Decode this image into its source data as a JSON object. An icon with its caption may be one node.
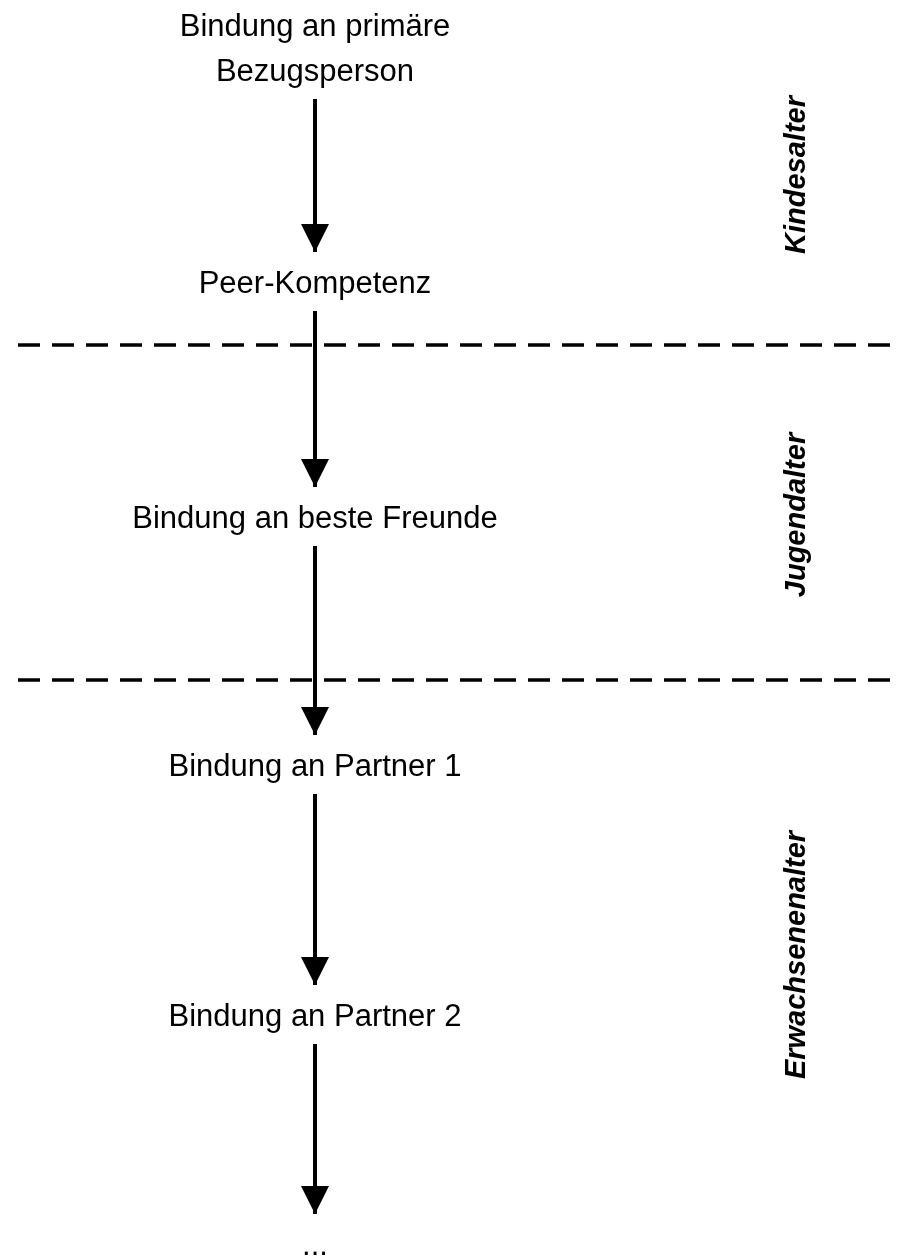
{
  "diagram": {
    "nodes": [
      {
        "text": [
          "Bindung an primäre Bezugsperson"
        ]
      },
      {
        "text": [
          "Peer-Kompetenz"
        ]
      },
      {
        "text": [
          "Bindung an beste Freunde"
        ]
      },
      {
        "text": [
          "Bindung an Partner 1"
        ]
      },
      {
        "text": [
          "Bindung an Partner 2"
        ]
      },
      {
        "text": [
          "..."
        ]
      }
    ],
    "edges": [
      {
        "from": 0,
        "to": 1,
        "arrow": "to"
      },
      {
        "from": 1,
        "to": 2,
        "arrow": "to"
      },
      {
        "from": 2,
        "to": 3,
        "arrow": "to"
      },
      {
        "from": 3,
        "to": 4,
        "arrow": "to"
      },
      {
        "from": 4,
        "to": 5,
        "arrow": "to"
      }
    ],
    "labels": [
      "Kindesalter",
      "Jugendalter",
      "Erwachsenenalter"
    ]
  }
}
